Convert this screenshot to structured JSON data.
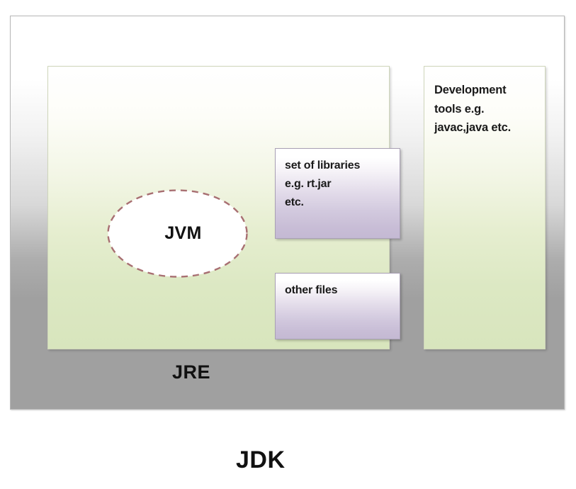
{
  "diagram": {
    "title": "JDK",
    "jdk_container": {
      "caption": "JDK"
    },
    "jre_panel": {
      "caption": "JRE",
      "jvm": {
        "label": "JVM",
        "shape": "dashed-ellipse",
        "border_color": "#a86f72",
        "fill_color": "#ffffff"
      },
      "boxes": [
        {
          "name": "libraries",
          "lines": [
            "set of libraries",
            "e.g. rt.jar",
            "etc."
          ]
        },
        {
          "name": "other-files",
          "lines": [
            "other files"
          ]
        }
      ]
    },
    "devtools_panel": {
      "lines": [
        "Development",
        "tools e.g.",
        "javac,java etc."
      ]
    },
    "colors": {
      "jdk_fill_top": "#ffffff",
      "jdk_fill_bottom": "#a0a0a0",
      "panel_fill_top": "#ffffff",
      "panel_fill_bottom": "#d8e5bd",
      "box_fill_top": "#ffffff",
      "box_fill_bottom": "#c4b9d3",
      "ellipse_border": "#a86f72",
      "text_color": "#1a1a1a"
    }
  }
}
